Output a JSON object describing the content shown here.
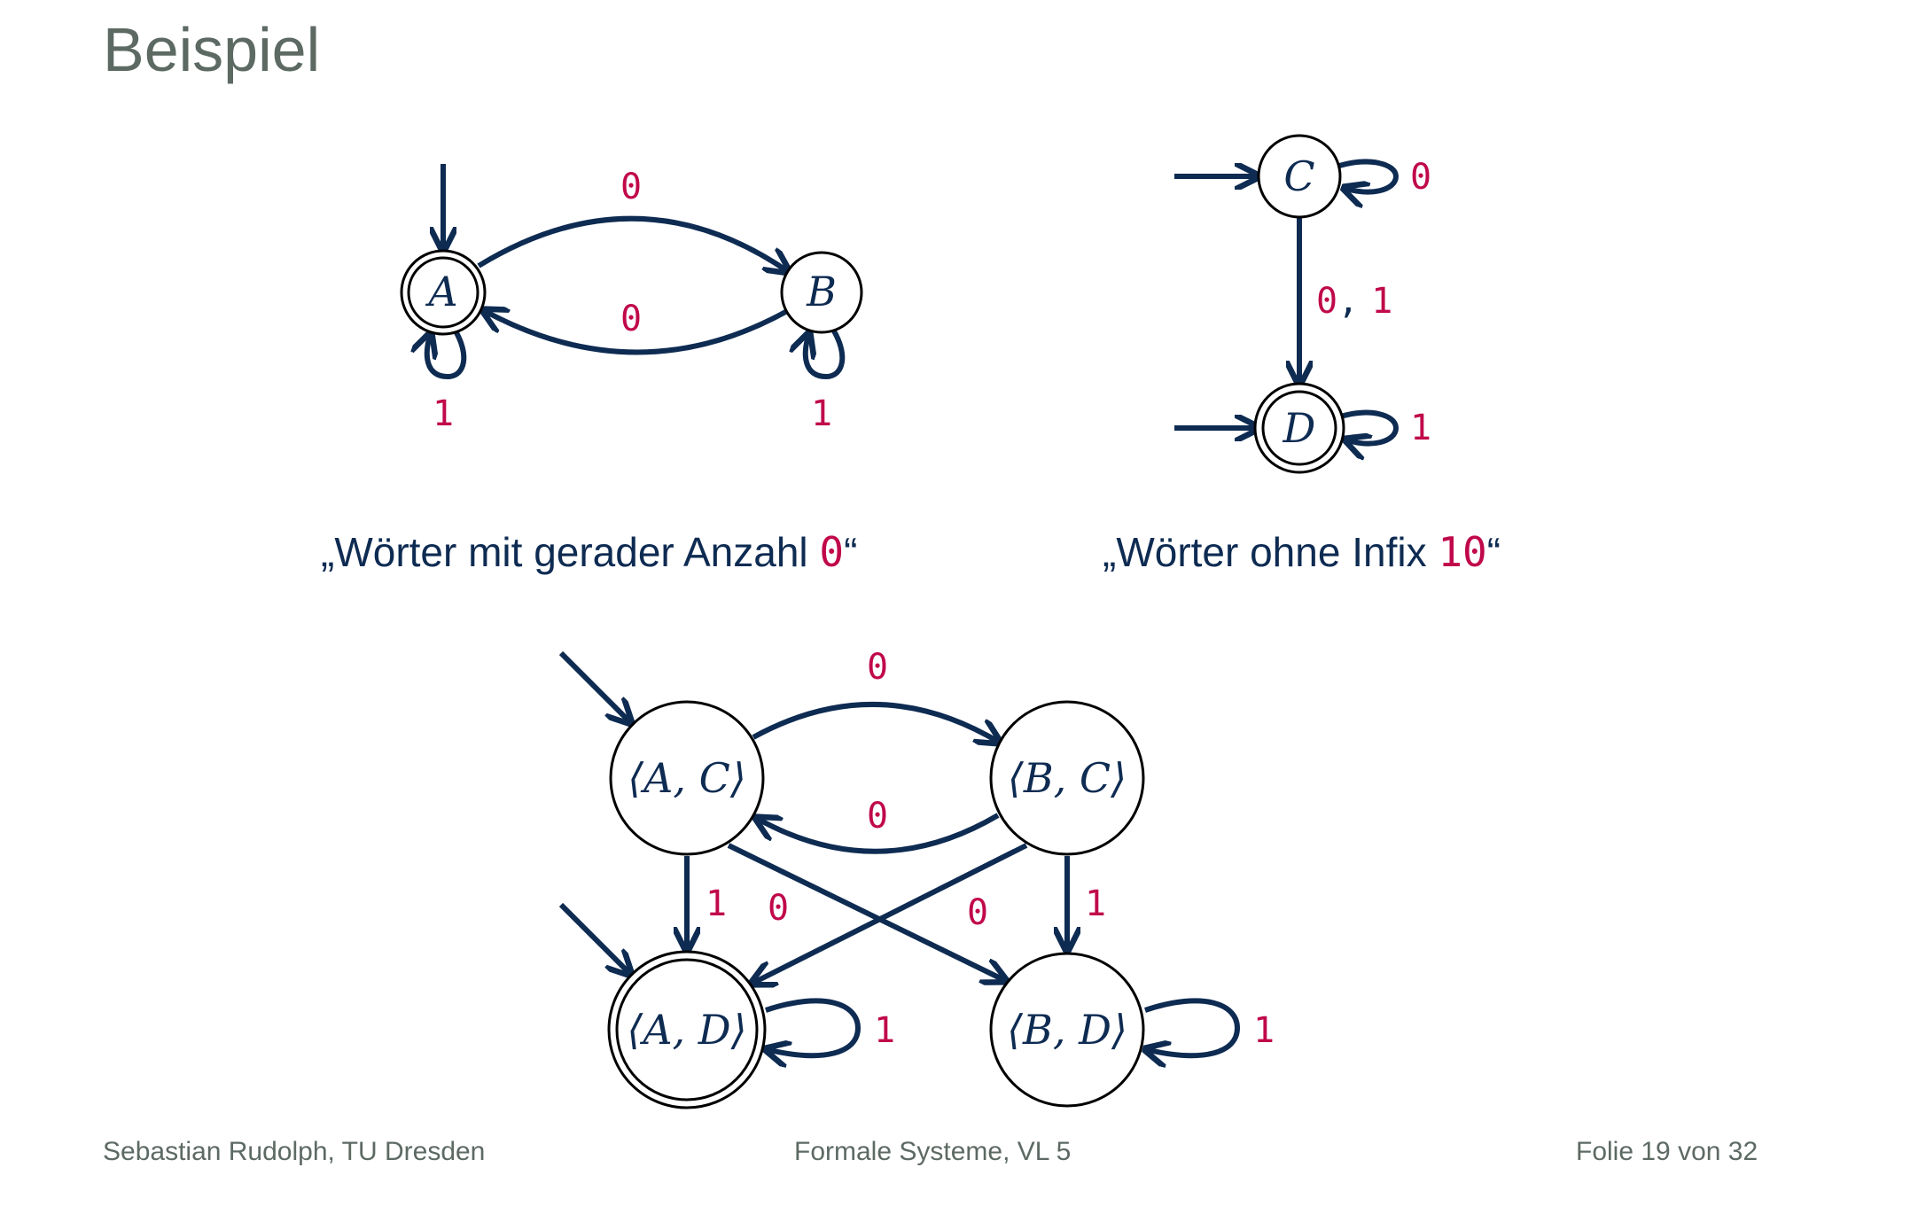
{
  "slide": {
    "title": "Beispiel"
  },
  "automaton_1": {
    "states": {
      "a": "A",
      "b": "B"
    },
    "labels": {
      "a_to_b": "0",
      "b_to_a": "0",
      "a_loop": "1",
      "b_loop": "1"
    },
    "caption": {
      "prefix": "„Wörter mit gerader Anzahl ",
      "symbol": "0",
      "suffix": "“"
    }
  },
  "automaton_2": {
    "states": {
      "c": "C",
      "d": "D"
    },
    "labels": {
      "c_loop": "0",
      "c_to_d_a": "0",
      "c_to_d_sep": ",",
      "c_to_d_b": "1",
      "d_loop": "1"
    },
    "caption": {
      "prefix": "„Wörter ohne Infix ",
      "symbol": "10",
      "suffix": "“"
    }
  },
  "product": {
    "states": {
      "ac": "⟨A, C⟩",
      "bc": "⟨B, C⟩",
      "ad": "⟨A, D⟩",
      "bd": "⟨B, D⟩"
    },
    "labels": {
      "ac_to_bc": "0",
      "bc_to_ac": "0",
      "ac_to_ad": "1",
      "ac_to_bd": "0",
      "bc_to_ad": "0",
      "bc_to_bd": "1",
      "ad_loop": "1",
      "bd_loop": "1"
    }
  },
  "footer": {
    "author": "Sebastian Rudolph, TU Dresden",
    "course": "Formale Systeme, VL 5",
    "page": "Folie 19 von 32"
  },
  "colors": {
    "edge": "#0e2b52",
    "symbol": "#c0084a",
    "title": "#5d6a63"
  }
}
